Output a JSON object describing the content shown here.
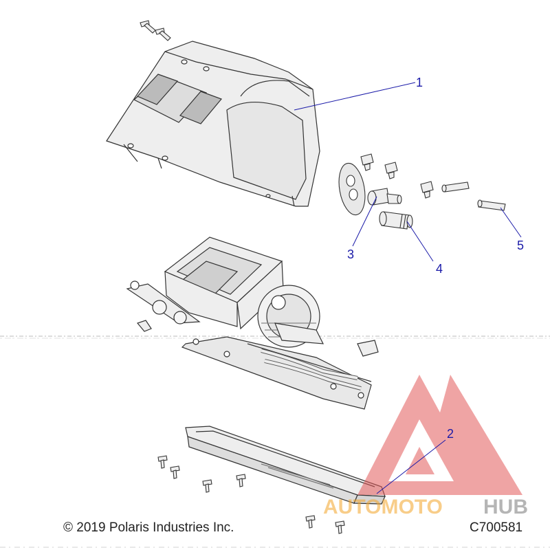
{
  "callouts": [
    {
      "id": "1",
      "label": "1"
    },
    {
      "id": "2",
      "label": "2"
    },
    {
      "id": "3",
      "label": "3"
    },
    {
      "id": "4",
      "label": "4"
    },
    {
      "id": "5",
      "label": "5"
    }
  ],
  "footer": {
    "copyright": "© 2019 Polaris Industries Inc.",
    "drawing_number": "C700581"
  },
  "watermark": {
    "text_part1": "AUTOMOTO",
    "text_part2": "HUB",
    "color_red": "#e25a5a",
    "color_orange": "#f4a62a",
    "color_grey": "#7a7a7a"
  },
  "colors": {
    "callout": "#1a1aa8",
    "line_art": "#333333",
    "part_fill": "#eeeeee"
  }
}
